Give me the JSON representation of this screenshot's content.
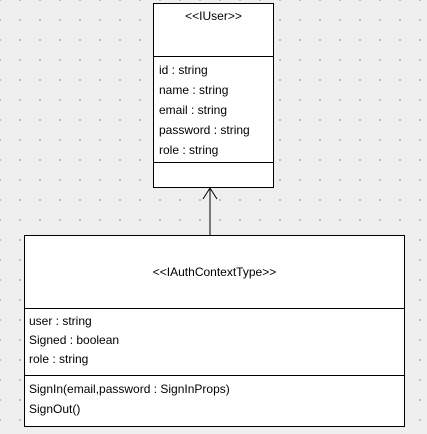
{
  "diagram": {
    "iuser": {
      "title": "<<IUser>>",
      "attributes": [
        "id : string",
        "name : string",
        "email : string",
        "password : string",
        "role : string"
      ],
      "operations": []
    },
    "iauth": {
      "title": "<<IAuthContextType>>",
      "attributes": [
        "user : string",
        "Signed : boolean",
        "role : string"
      ],
      "operations": [
        "SignIn(email,password : SignInProps)",
        "SignOut()"
      ]
    },
    "relation": {
      "type": "generalization",
      "from": "iauth",
      "to": "iuser"
    }
  }
}
